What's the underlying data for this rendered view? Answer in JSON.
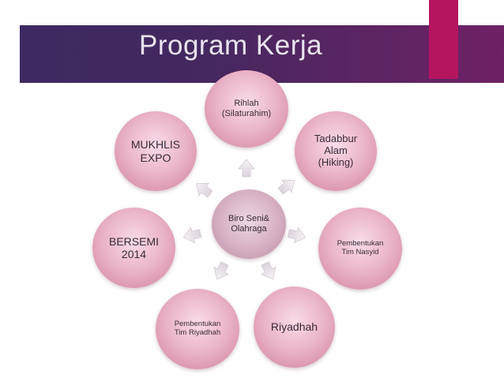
{
  "slide": {
    "title": "Program Kerja"
  },
  "diagram": {
    "center": "Biro Seni&\nOlahraga",
    "nodes": [
      {
        "id": "rihlah",
        "label": "Rihlah\n(Silaturahim)"
      },
      {
        "id": "tadabbur",
        "label": "Tadabbur\nAlam\n(Hiking)"
      },
      {
        "id": "pembentukan-tim-nasyid",
        "label": "Pembentukan\nTim Nasyid"
      },
      {
        "id": "riyadhah",
        "label": "Riyadhah"
      },
      {
        "id": "pembentukan-tim-riyadhah",
        "label": "Pembentukan\nTim Riyadhah"
      },
      {
        "id": "bersemi",
        "label": "BERSEMI\n2014"
      },
      {
        "id": "mukhlis-expo",
        "label": "MUKHLIS\nEXPO"
      }
    ]
  },
  "colors": {
    "banner": "#43285f",
    "accent": "#b5155f",
    "node": "#e4a9bf",
    "arrow": "#ede8ed"
  }
}
